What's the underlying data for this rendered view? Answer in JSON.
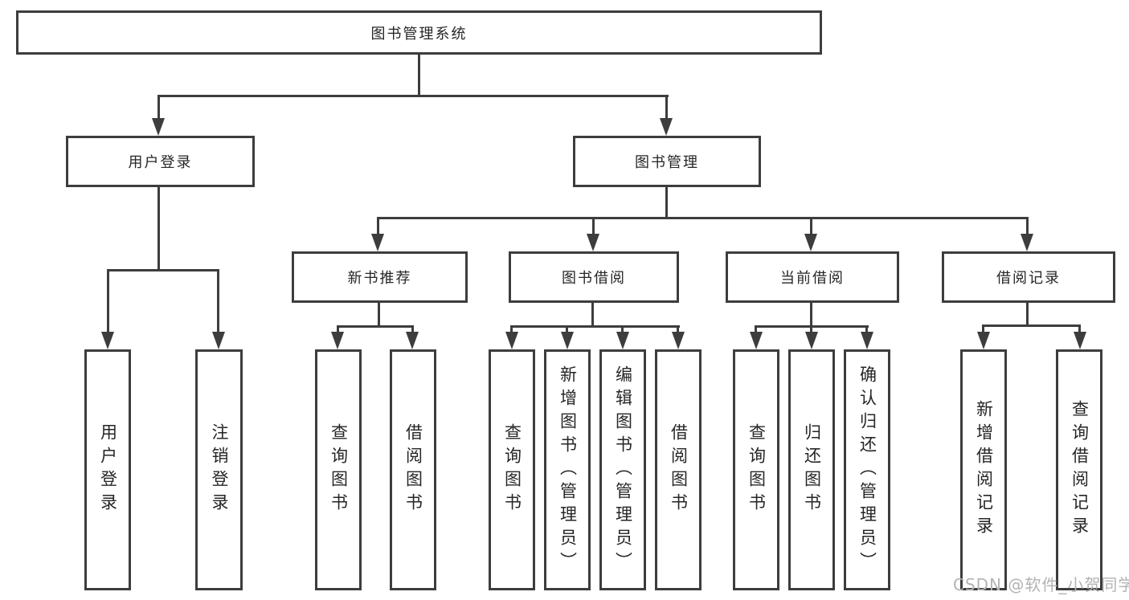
{
  "diagram": {
    "type": "hierarchy-tree",
    "tree": {
      "label": "图书管理系统",
      "children": [
        {
          "label": "用户登录",
          "children": [
            {
              "label": "用户登录"
            },
            {
              "label": "注销登录"
            }
          ]
        },
        {
          "label": "图书管理",
          "children": [
            {
              "label": "新书推荐",
              "children": [
                {
                  "label": "查询图书"
                },
                {
                  "label": "借阅图书"
                }
              ]
            },
            {
              "label": "图书借阅",
              "children": [
                {
                  "label": "查询图书"
                },
                {
                  "label": "新增图书（管理员）"
                },
                {
                  "label": "编辑图书（管理员）"
                },
                {
                  "label": "借阅图书"
                }
              ]
            },
            {
              "label": "当前借阅",
              "children": [
                {
                  "label": "查询图书"
                },
                {
                  "label": "归还图书"
                },
                {
                  "label": "确认归还（管理员）"
                }
              ]
            },
            {
              "label": "借阅记录",
              "children": [
                {
                  "label": "新增借阅记录"
                },
                {
                  "label": "查询借阅记录"
                }
              ]
            }
          ]
        }
      ]
    },
    "colors": {
      "line": "#3d3d3d",
      "box_border": "#3d3d3d",
      "text": "#262626",
      "background": "#ffffff",
      "watermark": "#b3b3b3"
    }
  },
  "watermark": {
    "text": "CSDN @软件_小贺同学"
  }
}
